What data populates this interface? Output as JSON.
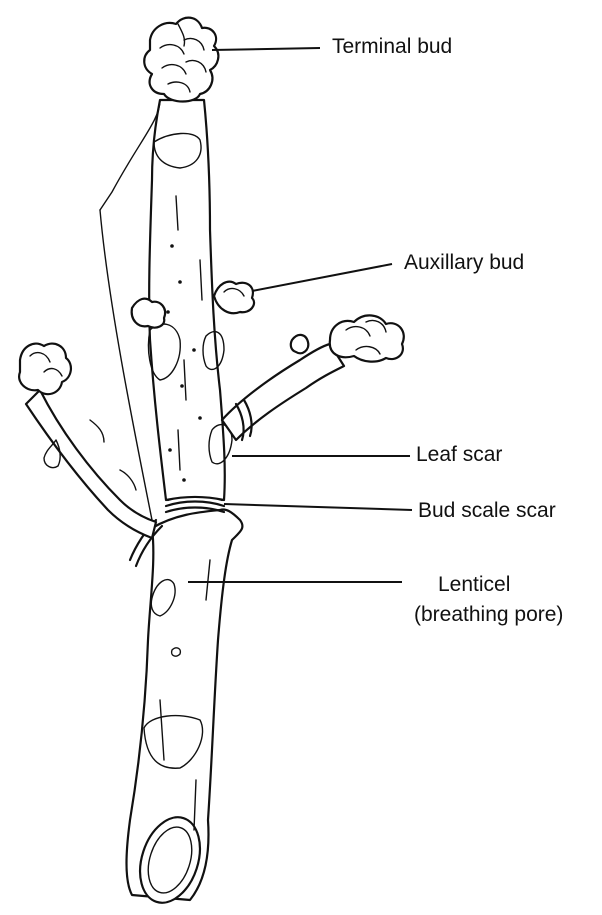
{
  "diagram": {
    "labels": {
      "terminal_bud": "Terminal bud",
      "auxillary_bud": "Auxillary bud",
      "leaf_scar": "Leaf scar",
      "bud_scale_scar": "Bud scale scar",
      "lenticel_line1": "Lenticel",
      "lenticel_line2": "(breathing pore)"
    }
  }
}
